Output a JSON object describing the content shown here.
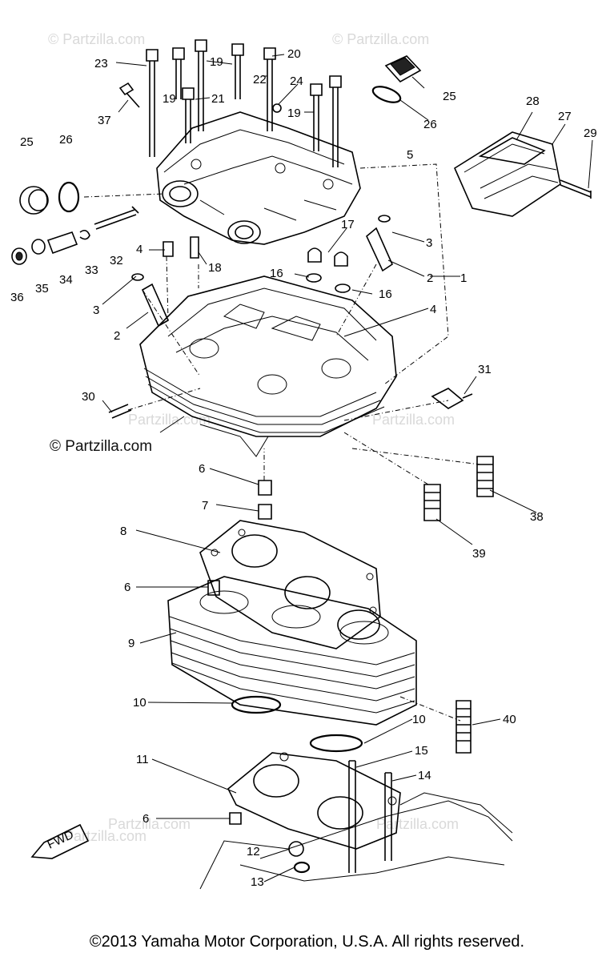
{
  "watermarks": [
    "© Partzilla.com",
    "© Partzilla.com",
    "© Partzilla.com",
    "Partzilla.com",
    "Partzilla.com",
    "Partzilla.com",
    "Partzilla.com",
    "Partzilla.com"
  ],
  "callouts": [
    "23",
    "19",
    "19",
    "22",
    "20",
    "21",
    "24",
    "25",
    "26",
    "19",
    "37",
    "5",
    "28",
    "27",
    "29",
    "25",
    "26",
    "17",
    "3",
    "32",
    "33",
    "34",
    "35",
    "36",
    "4",
    "18",
    "16",
    "16",
    "2",
    "1",
    "3",
    "2",
    "4",
    "31",
    "30",
    "6",
    "7",
    "8",
    "38",
    "39",
    "6",
    "9",
    "10",
    "10",
    "40",
    "11",
    "15",
    "14",
    "6",
    "12",
    "13",
    "FWD"
  ],
  "copyright": "©2013 Yamaha Motor Corporation, U.S.A. All rights reserved."
}
